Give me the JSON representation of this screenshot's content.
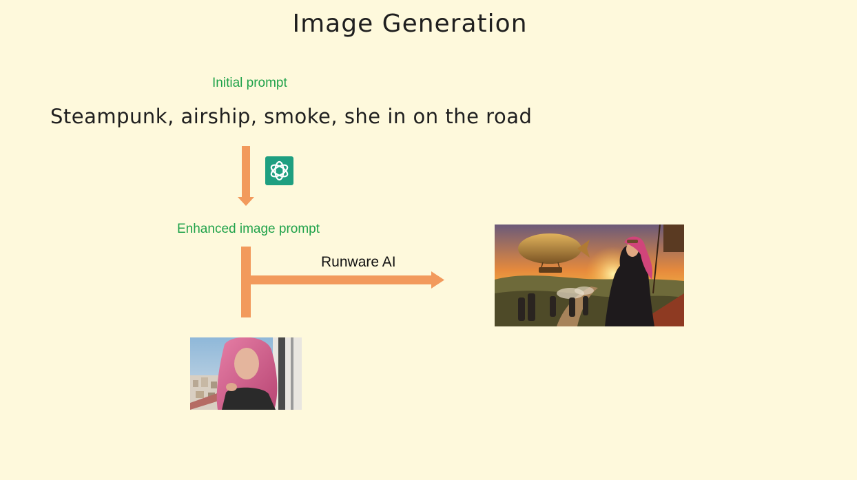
{
  "title": "Image Generation",
  "initial_prompt_label": "Initial prompt",
  "initial_prompt_text": "Steampunk, airship, smoke, she in on the road",
  "enhancer_icon": "openai-logo-icon",
  "enhanced_prompt_label": "Enhanced image prompt",
  "generator_label": "Runware AI",
  "reference_image": "pink-haired-woman-portrait-photo",
  "output_image": "steampunk-airship-sunset-scene",
  "colors": {
    "background": "#FEF9DC",
    "arrow": "#F29A5C",
    "label_green": "#1FA24A",
    "logo_bg": "#1E9F80"
  }
}
